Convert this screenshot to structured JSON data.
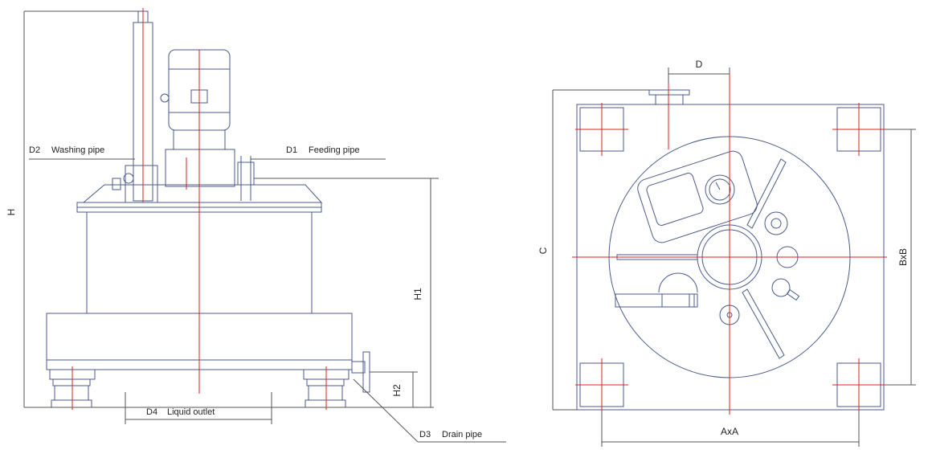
{
  "side_view": {
    "labels": {
      "washing_code": "D2",
      "washing_text": "Washing pipe",
      "feeding_code": "D1",
      "feeding_text": "Feeding pipe",
      "drain_code": "D3",
      "drain_text": "Drain pipe",
      "outlet_code": "D4",
      "outlet_text": "Liquid outlet"
    },
    "dims": {
      "total_height": "H",
      "h1": "H1",
      "h2": "H2"
    }
  },
  "top_view": {
    "dims": {
      "d": "D",
      "c": "C",
      "bxb": "BxB",
      "axa": "AxA"
    }
  },
  "colors": {
    "line": "#4a5a8c",
    "center": "#e0201c",
    "dim": "#333333"
  }
}
